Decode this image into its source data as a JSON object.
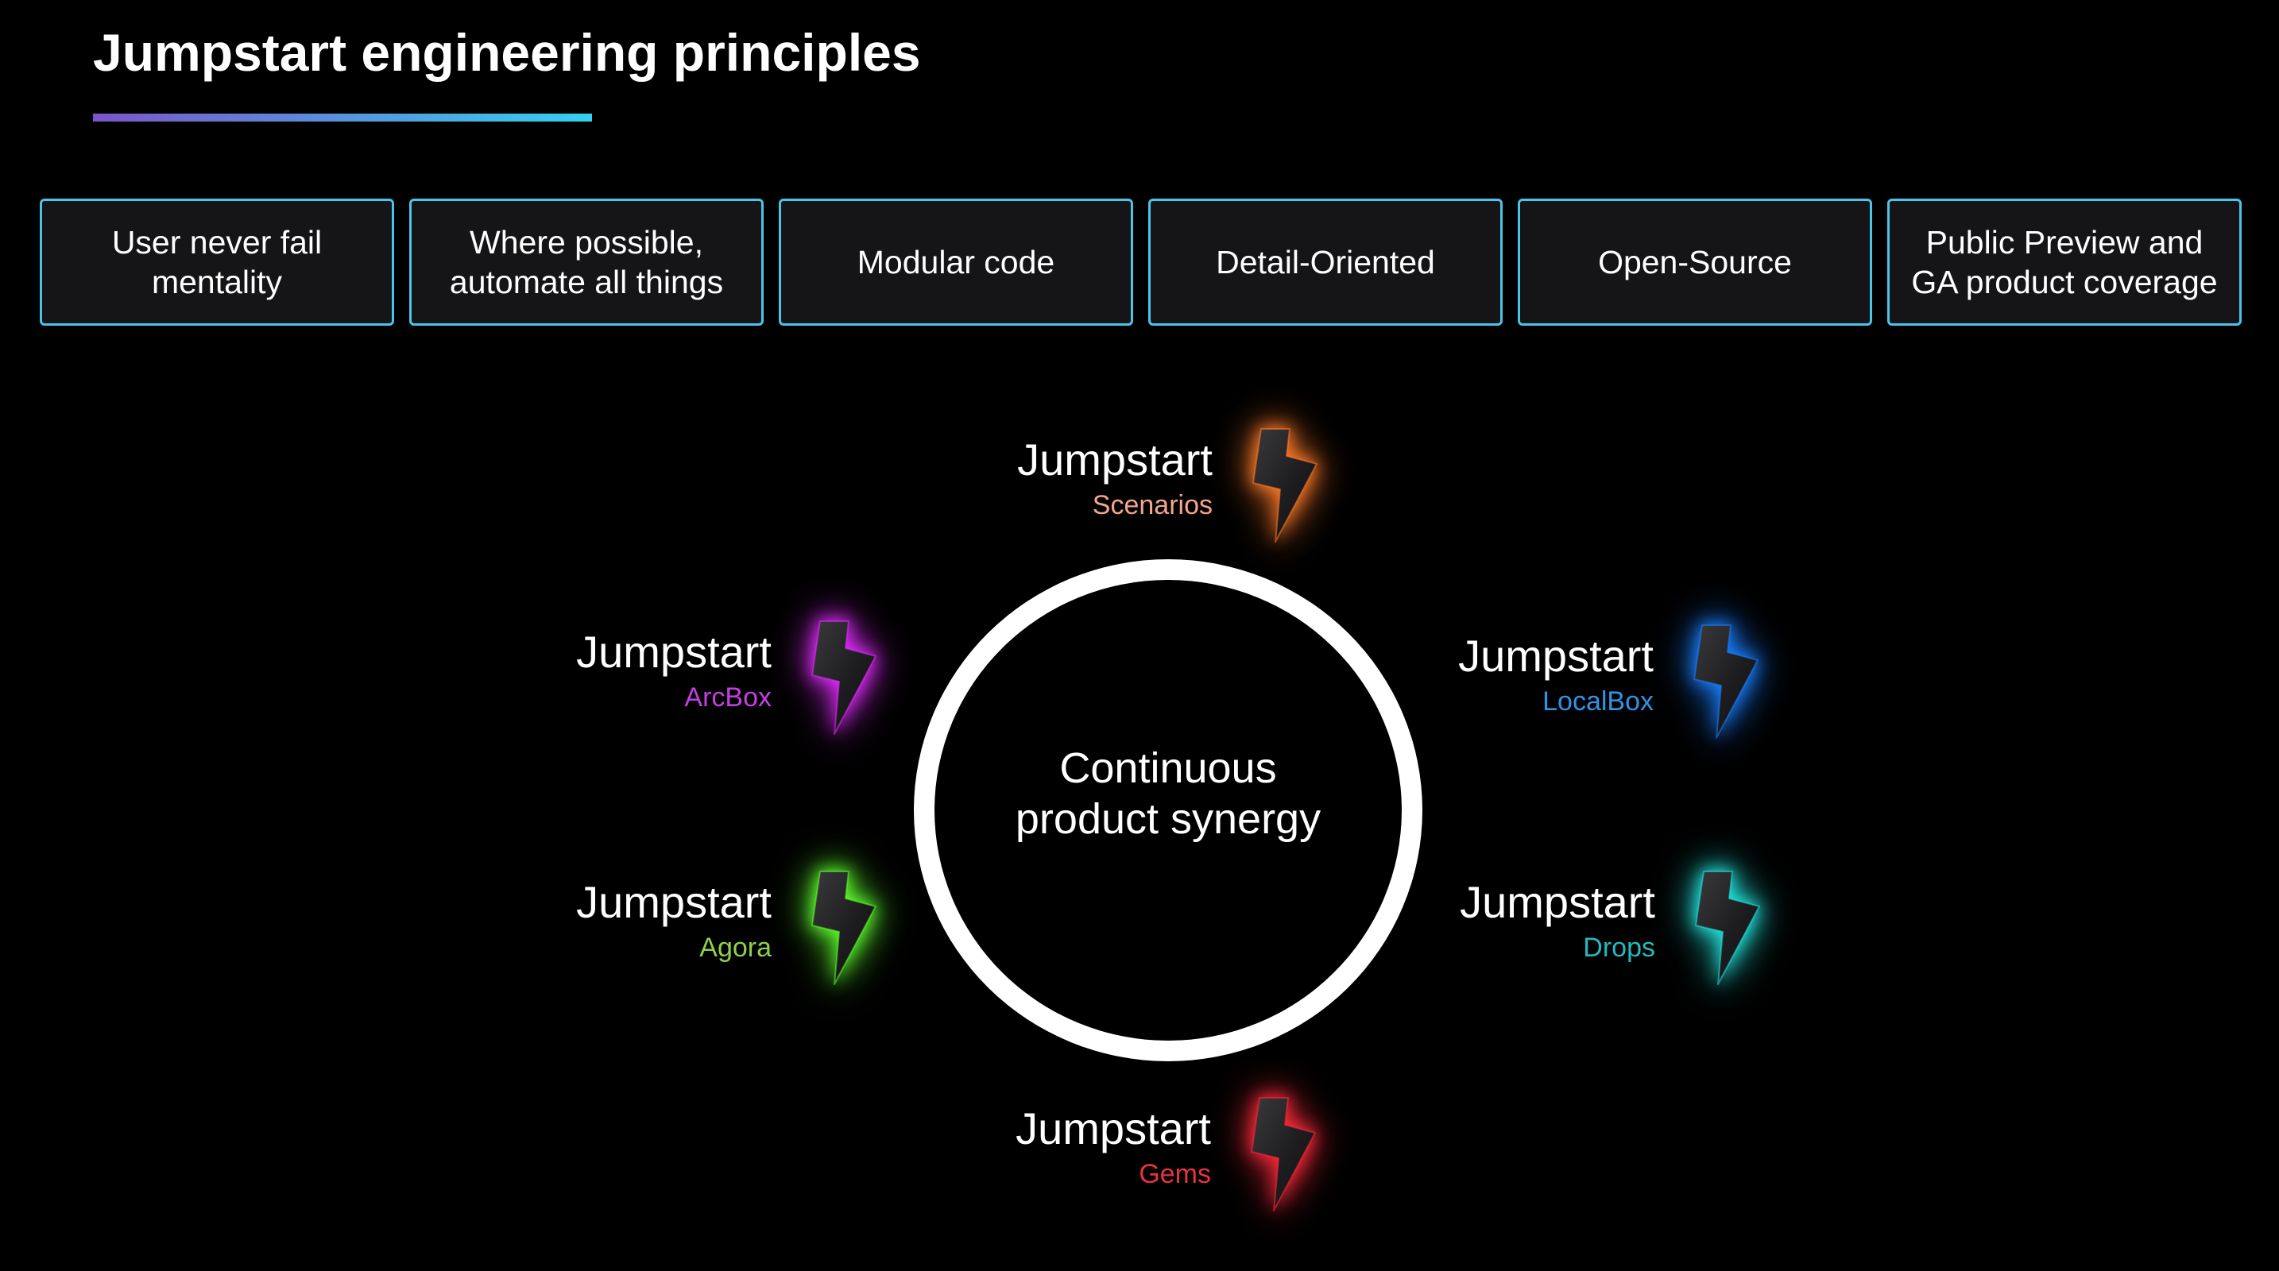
{
  "title": "Jumpstart engineering principles",
  "colors": {
    "background": "#000000",
    "principle_border": "#4cc3e8",
    "principle_fill": "#151517",
    "underline_start": "#7b55c9",
    "underline_end": "#35d0ef"
  },
  "principles": [
    {
      "label": "User never fail\nmentality"
    },
    {
      "label": "Where possible,\nautomate all things"
    },
    {
      "label": "Modular code"
    },
    {
      "label": "Detail-Oriented"
    },
    {
      "label": "Open-Source"
    },
    {
      "label": "Public Preview and\nGA product coverage"
    }
  ],
  "center": {
    "label": "Continuous\nproduct synergy"
  },
  "products": [
    {
      "name": "Jumpstart",
      "sub": "Scenarios",
      "color": "#f4a58a",
      "glow": "#ff7a29",
      "icon": "lightning-bolt-icon"
    },
    {
      "name": "Jumpstart",
      "sub": "ArcBox",
      "color": "#c33fe0",
      "glow": "#e22cff",
      "icon": "lightning-bolt-icon"
    },
    {
      "name": "Jumpstart",
      "sub": "LocalBox",
      "color": "#2f93e6",
      "glow": "#1a7fff",
      "icon": "lightning-bolt-icon"
    },
    {
      "name": "Jumpstart",
      "sub": "Agora",
      "color": "#8ed14a",
      "glow": "#5dff2e",
      "icon": "lightning-bolt-icon"
    },
    {
      "name": "Jumpstart",
      "sub": "Drops",
      "color": "#25b9bf",
      "glow": "#24e6e0",
      "icon": "lightning-bolt-icon"
    },
    {
      "name": "Jumpstart",
      "sub": "Gems",
      "color": "#e8333f",
      "glow": "#ff2a3a",
      "icon": "lightning-bolt-icon"
    }
  ]
}
